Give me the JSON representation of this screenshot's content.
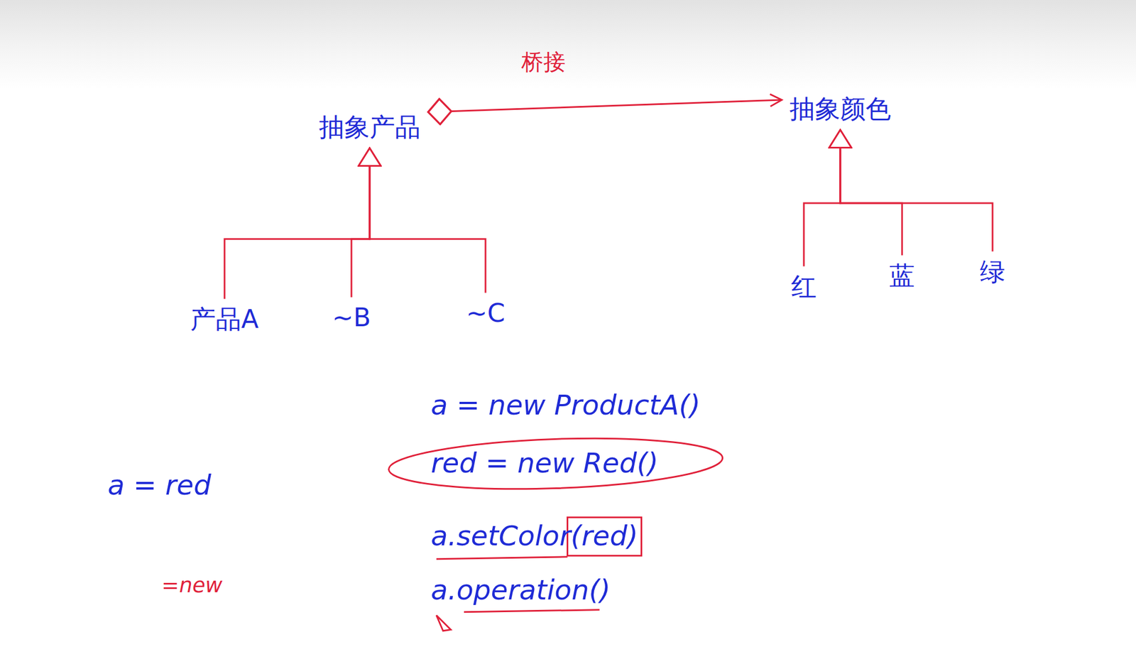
{
  "diagram": {
    "title": "桥接",
    "nodes": [
      {
        "text": [
          "抽象产品"
        ]
      },
      {
        "text": [
          "抽象颜色"
        ]
      },
      {
        "text": [
          "产品A"
        ]
      },
      {
        "text": [
          "~B"
        ]
      },
      {
        "text": [
          "~C"
        ]
      },
      {
        "text": [
          "红"
        ]
      },
      {
        "text": [
          "蓝"
        ]
      },
      {
        "text": [
          "绿"
        ]
      }
    ],
    "edges": [
      {
        "from": 0,
        "to": 1,
        "arrow": "to"
      },
      {
        "from": 2,
        "to": 0,
        "arrow": "to"
      },
      {
        "from": 3,
        "to": 0,
        "arrow": "to"
      },
      {
        "from": 4,
        "to": 0,
        "arrow": "to"
      },
      {
        "from": 5,
        "to": 1,
        "arrow": "to"
      },
      {
        "from": 6,
        "to": 1,
        "arrow": "to"
      },
      {
        "from": 7,
        "to": 1,
        "arrow": "to"
      }
    ],
    "labels": [
      "a = red",
      "=new",
      "a = new ProductA()",
      "red = new Red()",
      "a.setColor(red)",
      "a.operation()"
    ]
  }
}
